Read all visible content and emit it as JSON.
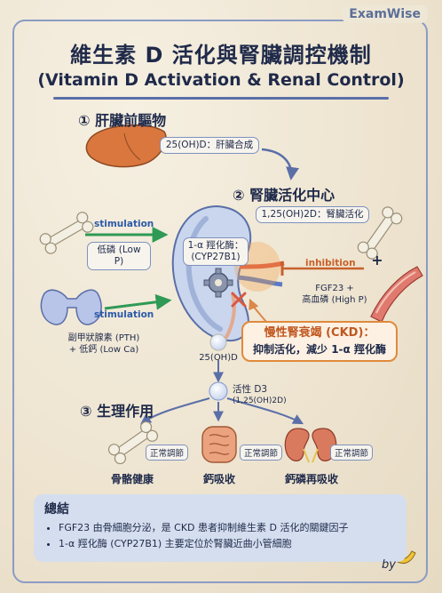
{
  "brand": "ExamWise",
  "title_zh": "維生素 D 活化與腎臟調控機制",
  "title_en": "(Vitamin D Activation & Renal Control)",
  "section1": "① 肝臟前驅物",
  "liver_box": "25(OH)D：肝臟合成",
  "section2": "② 腎臟活化中心",
  "kidney_box": "1,25(OH)2D：腎臟活化",
  "enzyme_line1": "1-α 羥化酶：",
  "enzyme_line2": "(CYP27B1)",
  "stim1_label": "stimulation",
  "stim1_box": "低磷 (Low P)",
  "stim2_label": "stimulation",
  "stim2_line1": "副甲狀腺素 (PTH)",
  "stim2_line2": "+ 低鈣 (Low Ca)",
  "inhib_label": "inhibition",
  "inhib_line1": "FGF23 +",
  "inhib_line2": "高血磷 (High P)",
  "plus_sign": "+",
  "ckd_line1": "慢性腎衰竭 (CKD)：",
  "ckd_line2": "抑制活化，減少 1-α 羥化酶",
  "precursor_label": "25(OH)D",
  "active_line1": "活性 D3",
  "active_line2": "(1,25(OH)2D)",
  "section3": "③ 生理作用",
  "effects": [
    {
      "reg": "正常調節",
      "name": "骨骼健康"
    },
    {
      "reg": "正常調節",
      "name": "鈣吸收"
    },
    {
      "reg": "正常調節",
      "name": "鈣磷再吸收"
    }
  ],
  "summary_title": "總結",
  "summary_items": [
    "FGF23 由骨細胞分泌，是 CKD 患者抑制維生素 D 活化的關鍵因子",
    "1-α 羥化酶 (CYP27B1) 主要定位於腎臟近曲小管細胞"
  ],
  "signature": "by",
  "colors": {
    "accent_blue": "#5a6fa8",
    "stimulation_green": "#2f9a55",
    "inhibition_orange": "#d9894a",
    "ckd_text": "#c0571e"
  }
}
